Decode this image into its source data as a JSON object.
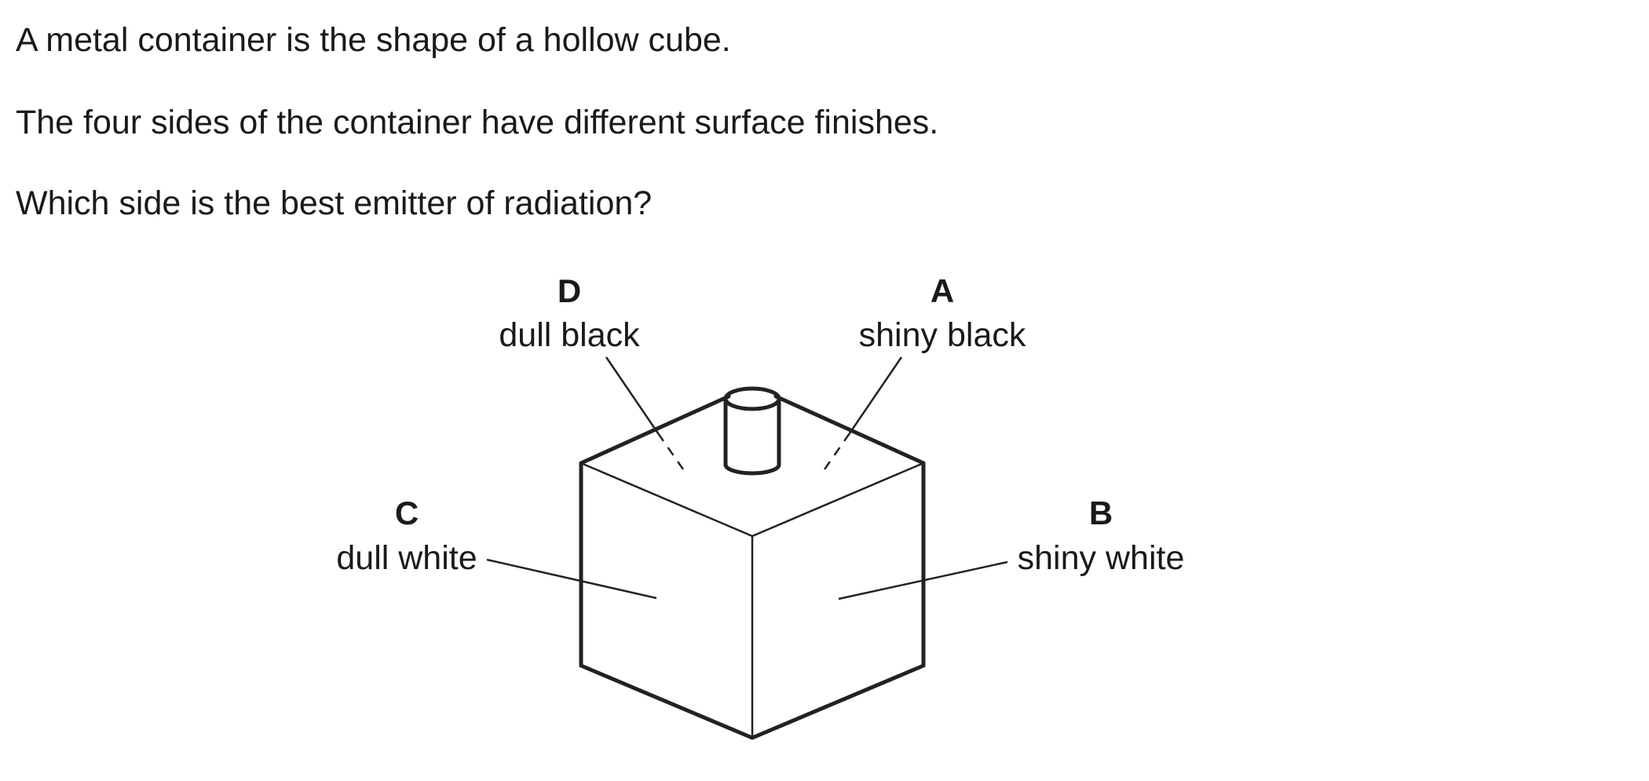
{
  "question": {
    "lines": [
      "A metal container is the shape of a hollow cube.",
      "The four sides of the container have different surface finishes.",
      "Which side is the best emitter of radiation?"
    ]
  },
  "diagram": {
    "options": [
      {
        "letter": "D",
        "finish": "dull black"
      },
      {
        "letter": "A",
        "finish": "shiny black"
      },
      {
        "letter": "C",
        "finish": "dull white"
      },
      {
        "letter": "B",
        "finish": "shiny white"
      }
    ]
  }
}
